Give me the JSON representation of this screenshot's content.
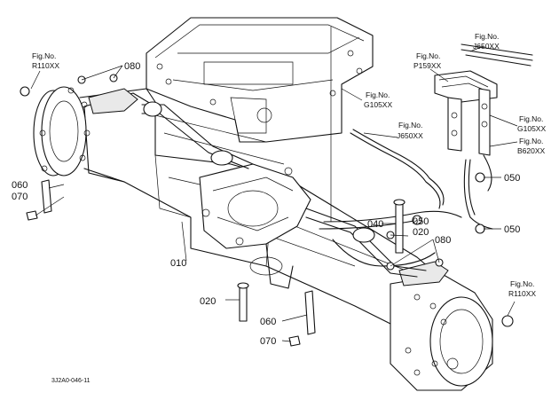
{
  "part_numbers": {
    "p080_top": "080",
    "p010": "010",
    "p060_left": "060",
    "p070_left": "070",
    "p020_bottom": "020",
    "p060_bottom": "060",
    "p070_bottom": "070",
    "p040": "040",
    "p020_right": "020",
    "p050_right_a": "050",
    "p050_right_b": "050",
    "p050_right_c": "050",
    "p080_right": "080"
  },
  "fig_refs": {
    "r110_left": {
      "line1": "Fig.No.",
      "line2": "R110XX"
    },
    "g105_center": {
      "line1": "Fig.No.",
      "line2": "G105XX"
    },
    "j650_center": {
      "line1": "Fig.No.",
      "line2": "J650XX"
    },
    "p159": {
      "line1": "Fig.No.",
      "line2": "P159XX"
    },
    "j650_top": {
      "line1": "Fig.No.",
      "line2": "J650XX"
    },
    "g105_right": {
      "line1": "Fig.No.",
      "line2": "G105XX"
    },
    "b620": {
      "line1": "Fig.No.",
      "line2": "B620XX"
    },
    "r110_right": {
      "line1": "Fig.No.",
      "line2": "R110XX"
    }
  },
  "drawing_code": "3J2A0-046-11"
}
